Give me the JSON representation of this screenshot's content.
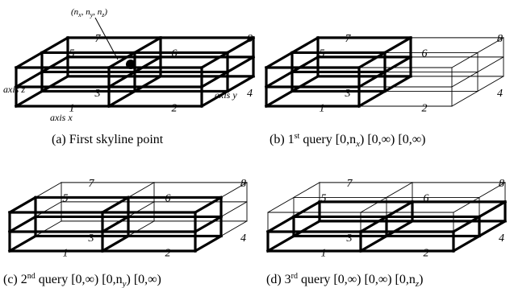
{
  "panels": [
    {
      "id": "a",
      "caption": {
        "prefix": "(a) First skyline point",
        "sup": "",
        "suffix": ""
      },
      "numbers": [
        "1",
        "2",
        "3",
        "4",
        "5",
        "6",
        "7",
        "8"
      ],
      "point_label": {
        "n_x": "(n",
        "sub_x": "x",
        "sep1": ", n",
        "sub_y": "y",
        "sep2": ", n",
        "sub_z": "z",
        "close": ")"
      },
      "axis_labels": {
        "z": "axis z",
        "x": "axis x",
        "y": "axis y"
      },
      "bold": "all"
    },
    {
      "id": "b",
      "caption": {
        "prefix": "(b) 1",
        "sup": "st",
        "suffix": " query [0,n",
        "sub": "x",
        "tail": ") [0,∞) [0,∞)"
      },
      "numbers": [
        "1",
        "2",
        "3",
        "4",
        "5",
        "6",
        "7",
        "8"
      ],
      "bold": "x-half"
    },
    {
      "id": "c",
      "caption": {
        "prefix": "(c) 2",
        "sup": "nd",
        "suffix": " query [0,∞) [0,n",
        "sub": "y",
        "tail": ") [0,∞)"
      },
      "numbers": [
        "1",
        "2",
        "3",
        "4",
        "5",
        "6",
        "7",
        "8"
      ],
      "bold": "y-half"
    },
    {
      "id": "d",
      "caption": {
        "prefix": "(d) 3",
        "sup": "rd",
        "suffix": " query [0,∞) [0,∞) [0,n",
        "sub": "z",
        "tail": ")"
      },
      "numbers": [
        "1",
        "2",
        "3",
        "4",
        "5",
        "6",
        "7",
        "8"
      ],
      "bold": "z-half"
    }
  ]
}
